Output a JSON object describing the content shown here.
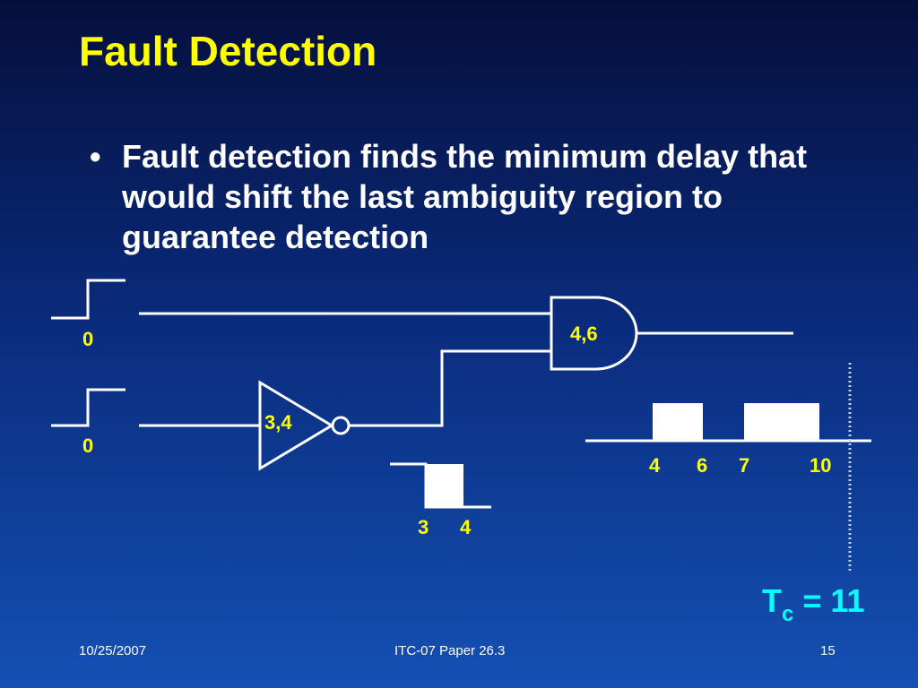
{
  "slide": {
    "title": "Fault Detection",
    "bullet_marker": "•",
    "bullet_text": "Fault detection finds the minimum delay that would shift the last ambiguity region to guarantee detection"
  },
  "diagram": {
    "input_top_value": "0",
    "input_bottom_value": "0",
    "inverter_label": "3,4",
    "and_gate_label": "4,6",
    "inverter_wave_labels": [
      "3",
      "4"
    ],
    "output_wave_labels": [
      "4",
      "6",
      "7",
      "10"
    ],
    "tc_symbol": "T",
    "tc_subscript": "c",
    "tc_value": " = 11"
  },
  "colors": {
    "title": "#ffff00",
    "labels": "#ffff00",
    "tc": "#00ffff",
    "lines": "#ffffff"
  },
  "footer": {
    "date": "10/25/2007",
    "center": "ITC-07 Paper 26.3",
    "page": "15"
  }
}
